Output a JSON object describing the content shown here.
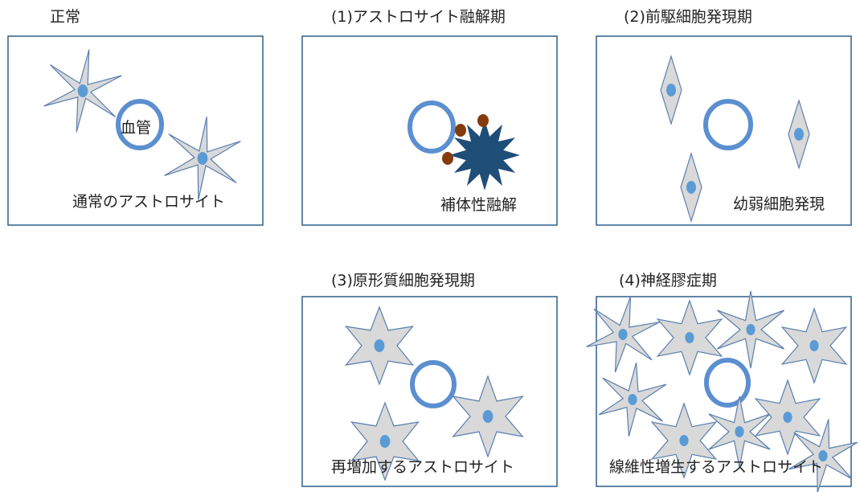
{
  "colors": {
    "frame": "#2f5f8a",
    "vessel": "#5b8fd0",
    "cell_fill": "#d9d9d9",
    "cell_stroke": "#5a7fb0",
    "nucleus": "#5b9bd5",
    "lysed_cell": "#1f4e79",
    "complement": "#843c0c",
    "text": "#222222"
  },
  "stages": [
    {
      "id": "normal",
      "title": "正常",
      "labels": [
        "血管",
        "通常のアストロサイト"
      ]
    },
    {
      "id": "lysis",
      "title": "(1)アストロサイト融解期",
      "labels": [
        "補体性融解"
      ]
    },
    {
      "id": "precursor",
      "title": "(2)前駆細胞発現期",
      "labels": [
        "幼弱細胞発現"
      ]
    },
    {
      "id": "protoplasmic",
      "title": "(3)原形質細胞発現期",
      "labels": [
        "再増加するアストロサイト"
      ]
    },
    {
      "id": "gliosis",
      "title": "(4)神経膠症期",
      "labels": [
        "線維性増生するアストロサイト"
      ]
    }
  ]
}
